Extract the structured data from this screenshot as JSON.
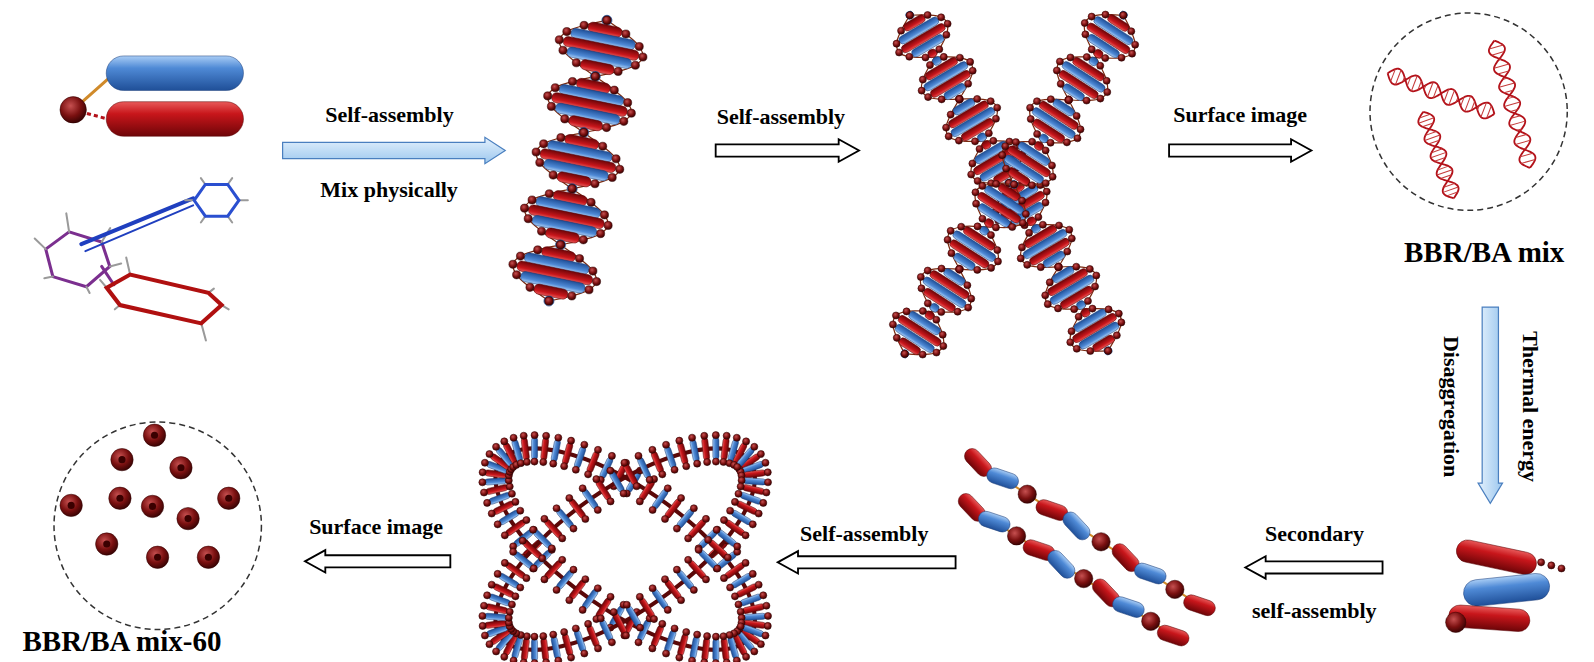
{
  "diagram": {
    "nodes": [
      {
        "text": [
          "BBR/BA mix"
        ]
      },
      {
        "text": [
          "BBR/BA mix-60"
        ]
      }
    ],
    "labels": [
      "Self-assembly",
      "Mix physically",
      "Self-assembly",
      "Surface image",
      "Disaggregation",
      "Thermal energy",
      "Secondary",
      "self-assembly",
      "Self-assembly",
      "Surface image"
    ]
  }
}
